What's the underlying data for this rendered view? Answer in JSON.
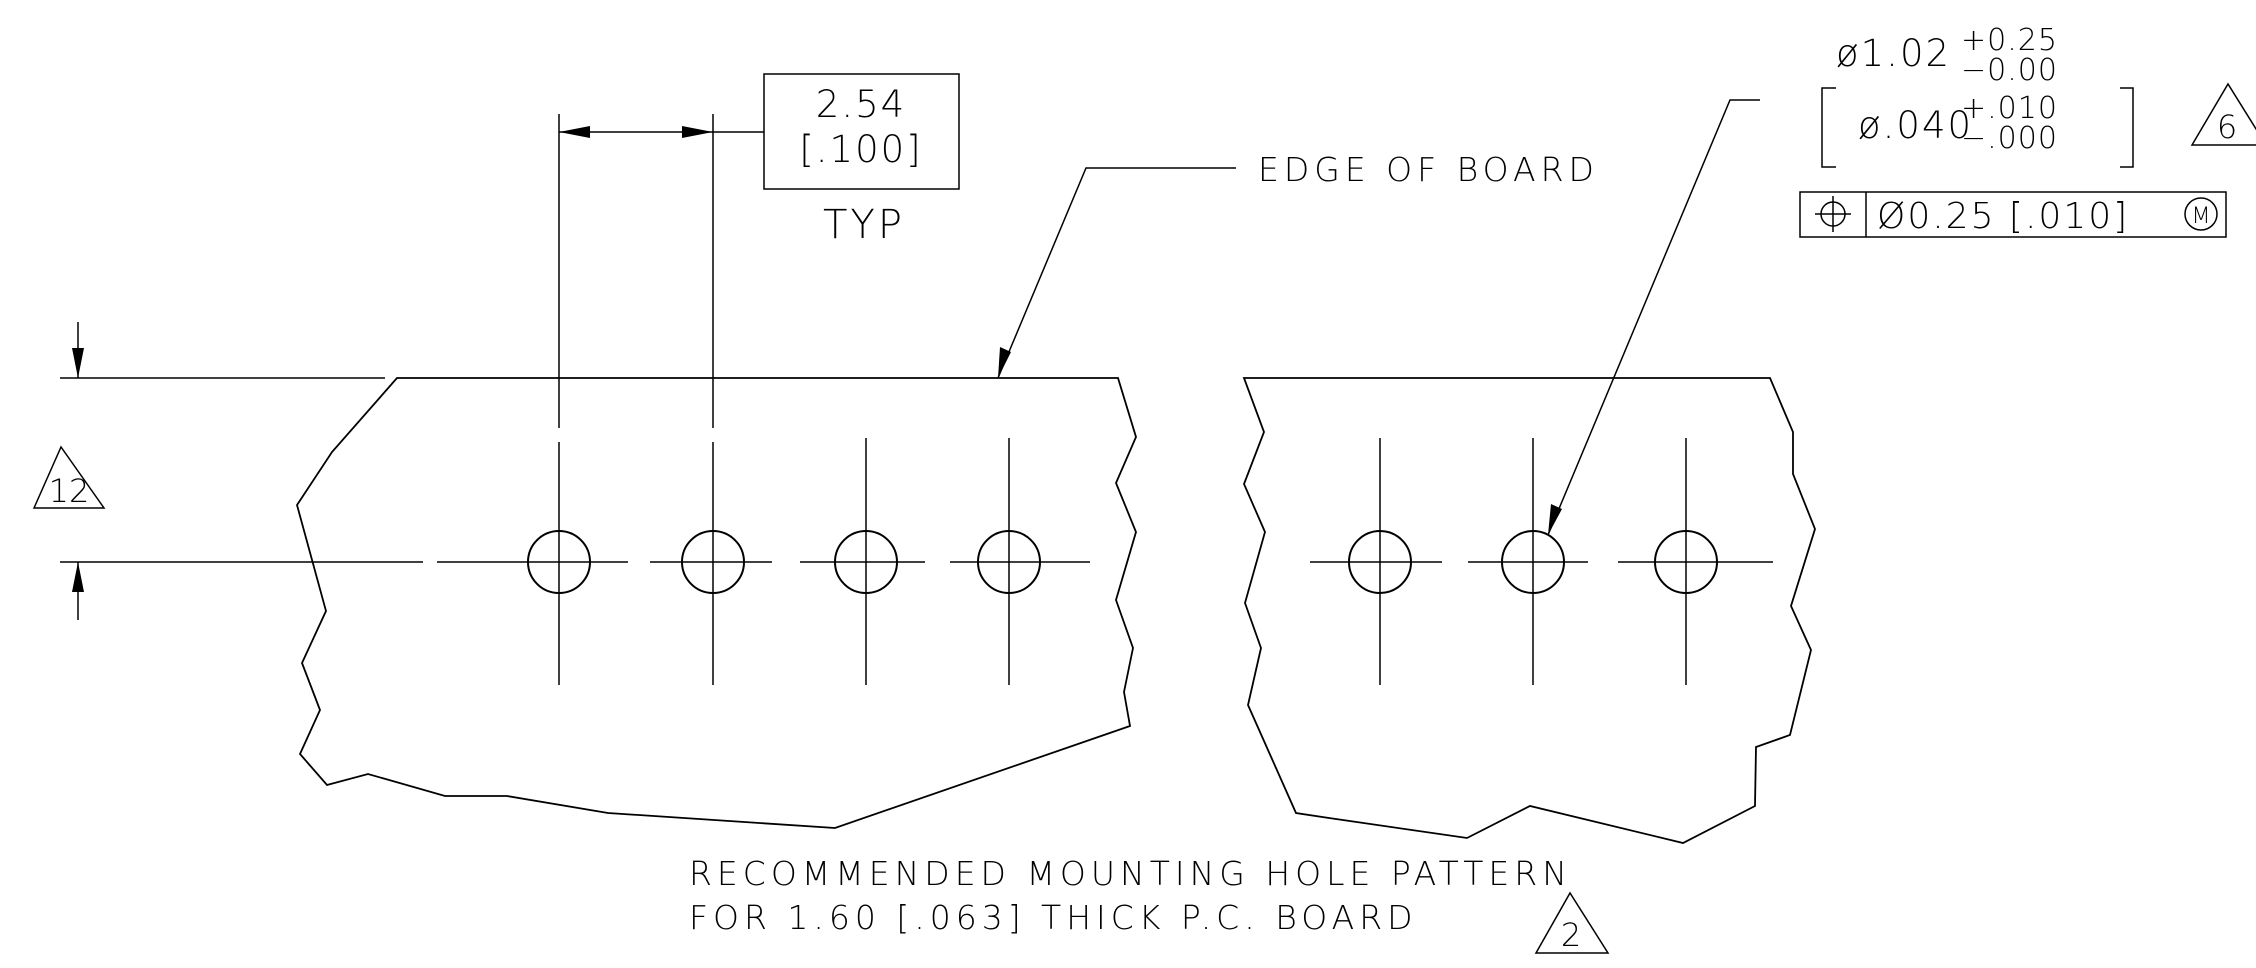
{
  "dimension": {
    "value_mm": "2.54",
    "value_in": "[.100]",
    "qualifier": "TYP"
  },
  "edge_label": "EDGE OF BOARD",
  "hole_callout": {
    "dia_mm": "ø1.02",
    "tol_mm_plus": "+0.25",
    "tol_mm_minus": "−0.00",
    "dia_in": "ø.040",
    "tol_in_plus": "+.010",
    "tol_in_minus": "−.000"
  },
  "position_tolerance": {
    "symbol": "position-icon",
    "value": "Ø0.25 [.010]",
    "modifier": "M"
  },
  "notes": {
    "flag_2": "2",
    "flag_6": "6",
    "flag_12": "12"
  },
  "caption": {
    "line1": "RECOMMENDED MOUNTING HOLE PATTERN",
    "line2": "FOR 1.60 [.063] THICK P.C. BOARD"
  },
  "holes": {
    "left_group_count": 4,
    "right_group_count": 3
  }
}
